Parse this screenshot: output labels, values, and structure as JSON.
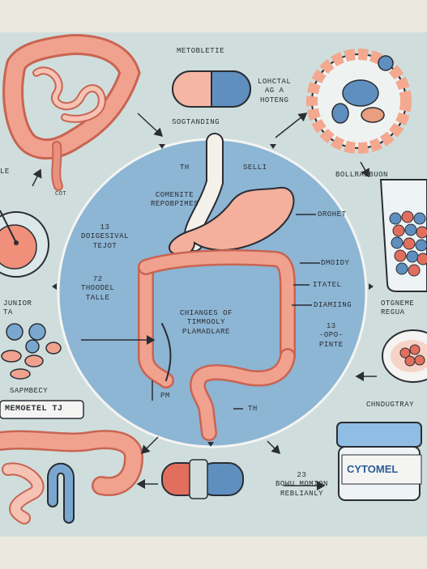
{
  "labels": {
    "top_title": "METOBLETIE",
    "pill_caption": "SOGTANDING",
    "top_right_1": "LOHCTAL",
    "top_right_2": "AG A",
    "top_right_3": "HOTENG",
    "cell_ring_caption": "BOLLRALBUON",
    "left_edge_le": "LE",
    "cot": "COT",
    "th_top": "TH",
    "selli": "SELLI",
    "center_1": "COMENITE",
    "center_2": "REPOBPIMES",
    "num_13a": "13",
    "digestive_1": "DOIGESIVAL",
    "digestive_2": "TEJOT",
    "num_72": "72",
    "thodel_1": "THOODEL",
    "thodel_2": "TALLE",
    "changes_1": "CHIANGES OF",
    "changes_2": "TIMMOOLY",
    "changes_3": "PLAMADLARE",
    "orohet": "OROHET",
    "dmoidy": "DMOIDY",
    "itatel": "ITATEL",
    "diamiing": "DIAMIING",
    "num_13b": "13",
    "opo": "-OPO-",
    "pinte": "PINTE",
    "pm": "PM",
    "th_bottom": "TH",
    "left_mid_1": "JUNIOR",
    "left_mid_2": "TA",
    "right_mid_1": "OTGNEME",
    "right_mid_2": "REGUA",
    "sapmbecy": "SAPMBECY",
    "boxed": "MEMOETEL   TJ",
    "chndug": "CHNDUGTRAY",
    "num_23": "23",
    "bowu_1": "BOWU MOMION",
    "bowu_2": "REBLIANLY",
    "jar_label": "CYTOMEL"
  }
}
